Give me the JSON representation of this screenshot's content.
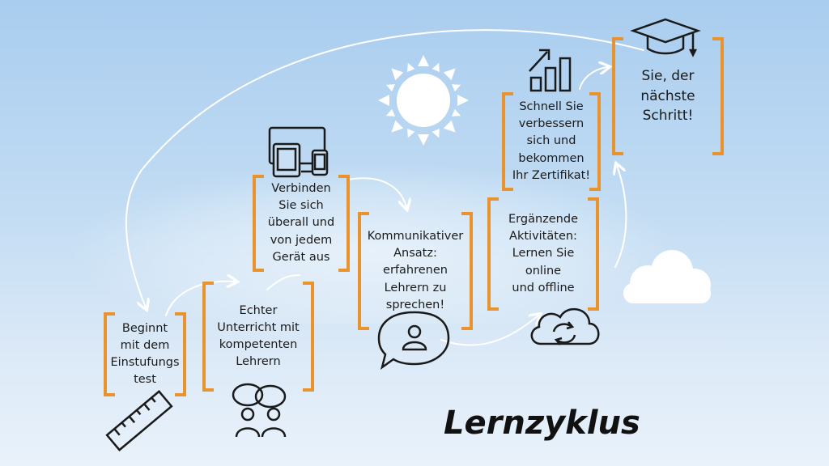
{
  "title": "Lernzyklus",
  "steps": [
    {
      "text": "Beginnt\nmit dem\nEinstufungs\ntest",
      "icon": "ruler-icon"
    },
    {
      "text": "Echter\nUnterricht mit\nkompetenten\nLehrern",
      "icon": "people-talking-icon"
    },
    {
      "text": "Verbinden\nSie sich\nüberall und\nvon jedem\nGerät aus",
      "icon": "devices-icon"
    },
    {
      "text": "Kommunikativer\nAnsatz:\nerfahrenen\nLehrern zu\nsprechen!",
      "icon": "chat-person-icon"
    },
    {
      "text": "Ergänzende\nAktivitäten:\nLernen Sie\nonline\nund offline",
      "icon": "cloud-sync-icon"
    },
    {
      "text": "Schnell Sie\nverbessern\nsich und\nbekommen\nIhr Zertifikat!",
      "icon": "growth-chart-icon"
    },
    {
      "text": "Sie, der\nnächste\nSchritt!",
      "icon": "graduation-cap-icon"
    }
  ],
  "decorations": [
    "sun-icon",
    "cloud-icon"
  ],
  "colors": {
    "bracket": "#e8932d",
    "text": "#1a1a1a",
    "arrow": "#ffffff"
  }
}
